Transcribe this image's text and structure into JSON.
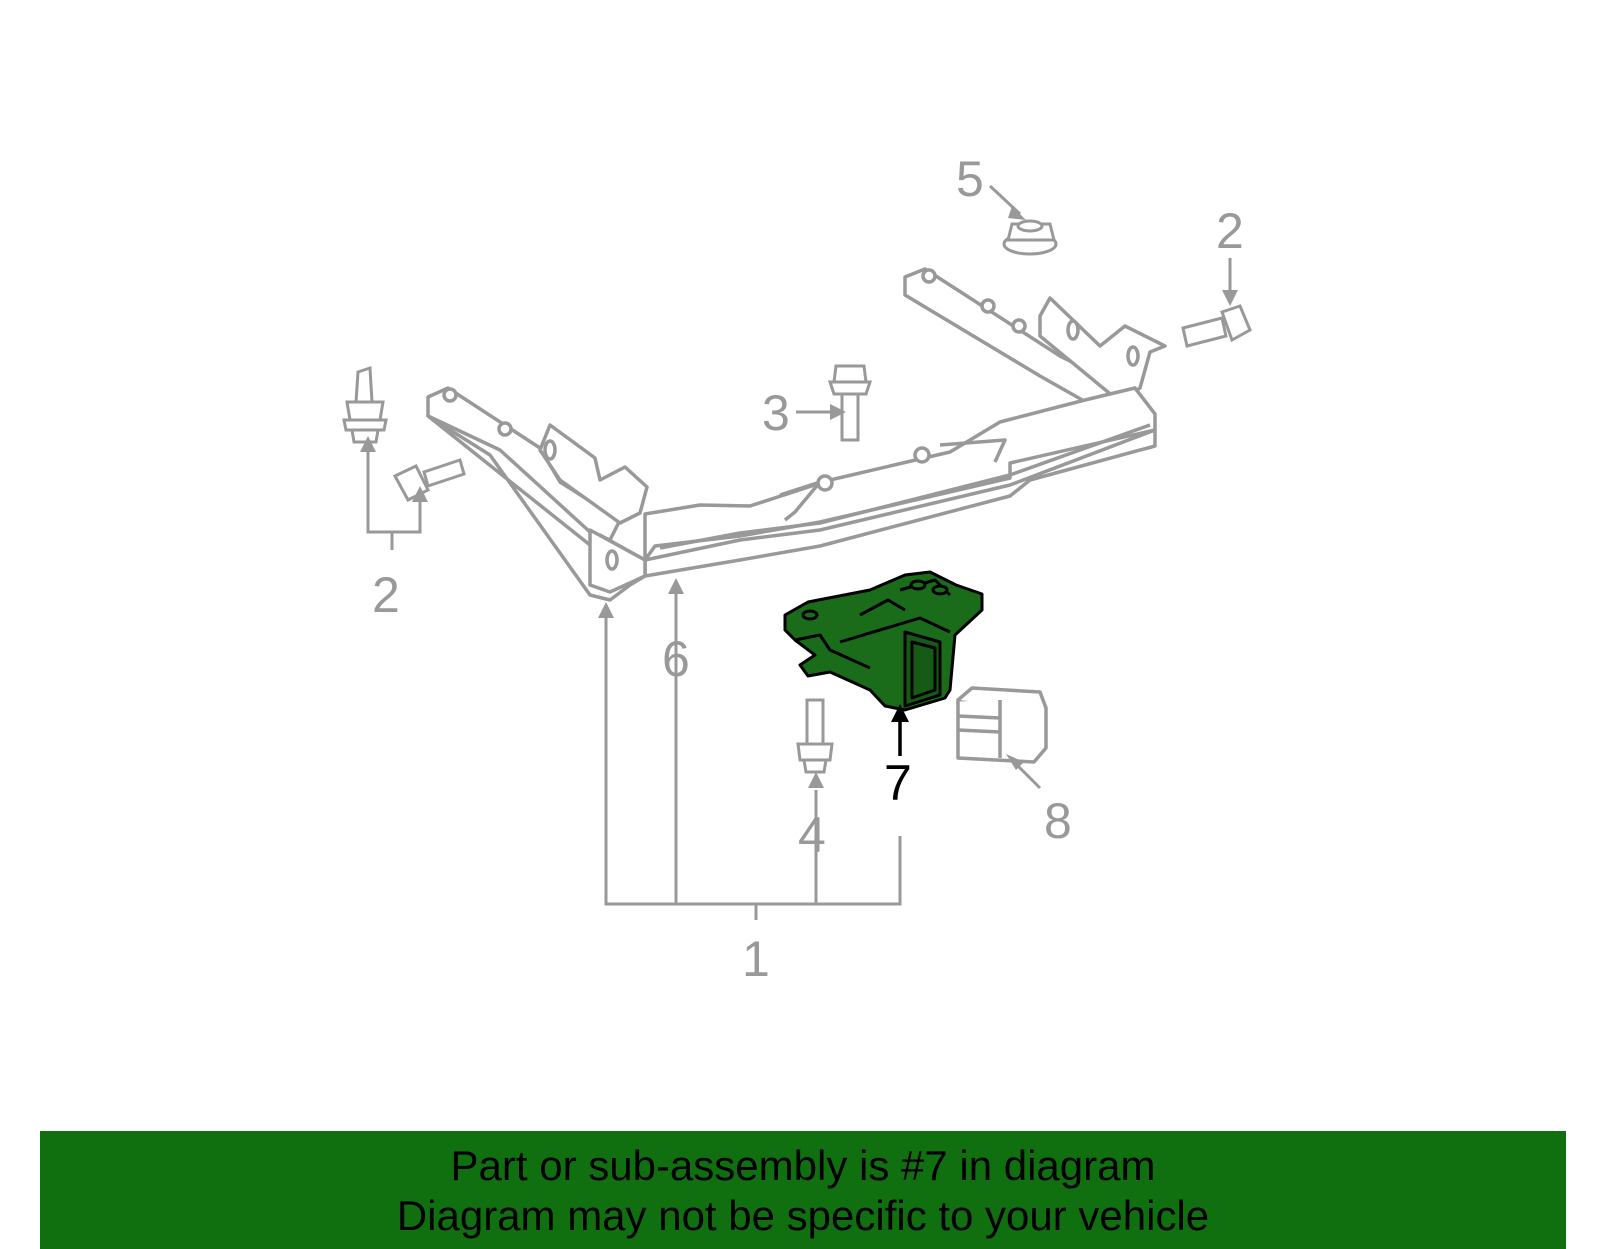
{
  "diagram": {
    "callouts": {
      "c1": "1",
      "c2_left": "2",
      "c2_right": "2",
      "c3": "3",
      "c4": "4",
      "c5": "5",
      "c6": "6",
      "c7": "7",
      "c8": "8"
    },
    "highlighted_part": "7",
    "colors": {
      "line": "#999999",
      "highlight_fill": "#1a6b1a",
      "highlight_stroke": "#000000",
      "banner": "#107010"
    }
  },
  "banner": {
    "line1": "Part or sub-assembly is #7 in diagram",
    "line2": "Diagram may not be specific to your vehicle"
  }
}
